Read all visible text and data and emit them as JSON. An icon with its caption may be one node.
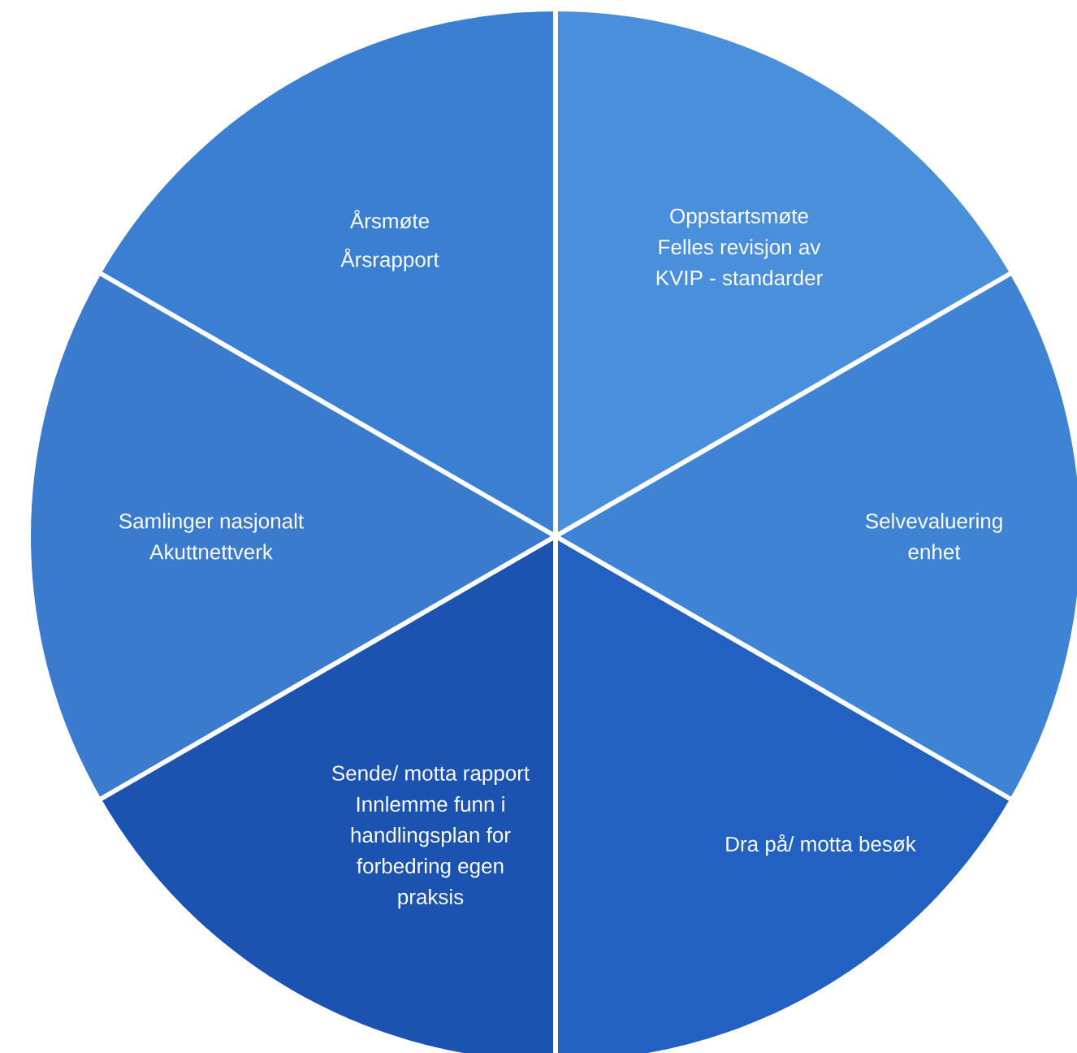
{
  "diagram": {
    "nodes": [
      {
        "text": [
          "Oppstartsmøte",
          "Felles revisjon av KVIP - standarder"
        ]
      },
      {
        "text": [
          "Selvevaluering enhet"
        ]
      },
      {
        "text": [
          "Dra på/ motta besøk"
        ]
      },
      {
        "text": [
          "Sende/ motta rapport",
          "Innlemme funn i handlingsplan for forbedring egen praksis"
        ]
      },
      {
        "text": [
          "Samlinger nasjonalt Akuttnettverk"
        ]
      },
      {
        "text": [
          "Årsmøte",
          "Årsrapport"
        ]
      }
    ]
  }
}
